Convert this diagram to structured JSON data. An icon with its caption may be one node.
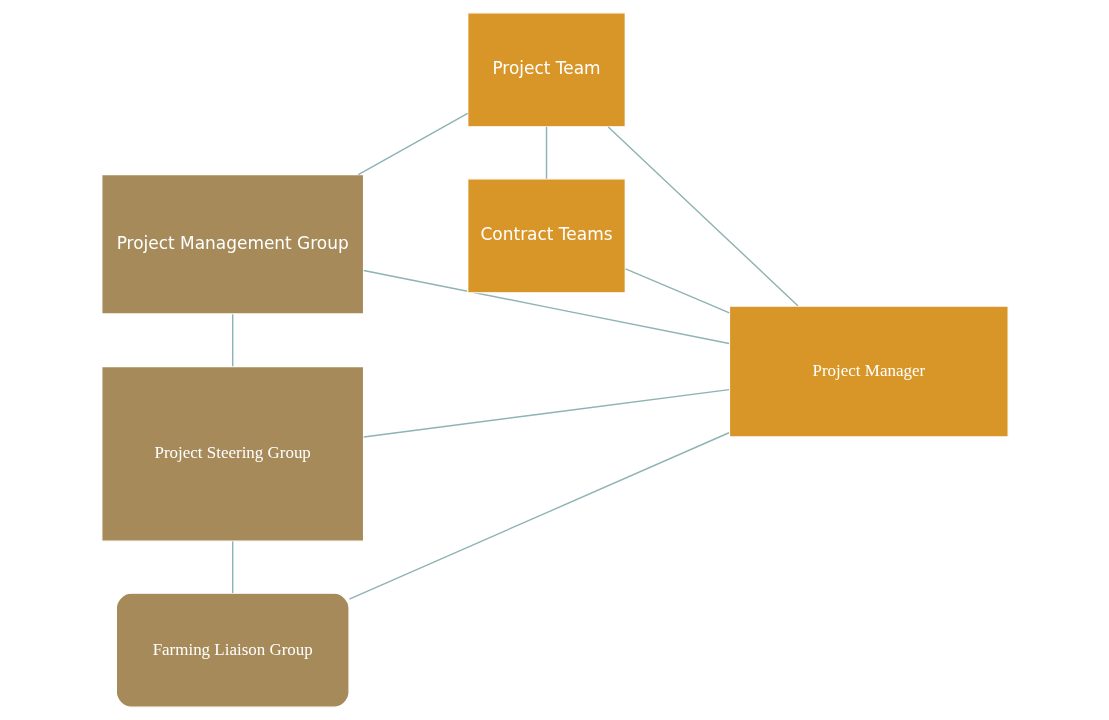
{
  "diagram": {
    "nodes": [
      {
        "text": [
          "Project Management Group"
        ]
      },
      {
        "text": [
          "Project Team"
        ]
      },
      {
        "text": [
          "Project Steering Group"
        ]
      },
      {
        "text": [
          "Project Manager"
        ]
      },
      {
        "text": [
          "Contract Teams"
        ]
      },
      {
        "text": [
          "Farming Liaison Group"
        ]
      }
    ],
    "edges": [
      {
        "from": 0,
        "to": 1,
        "arrow": "none"
      },
      {
        "from": 0,
        "to": 3,
        "arrow": "none"
      },
      {
        "from": 0,
        "to": 2,
        "arrow": "none"
      },
      {
        "from": 1,
        "to": 3,
        "arrow": "none"
      },
      {
        "from": 1,
        "to": 4,
        "arrow": "none"
      },
      {
        "from": 2,
        "to": 3,
        "arrow": "none"
      },
      {
        "from": 3,
        "to": 4,
        "arrow": "none"
      },
      {
        "from": 3,
        "to": 5,
        "arrow": "none"
      },
      {
        "from": 2,
        "to": 5,
        "arrow": "none"
      }
    ]
  }
}
